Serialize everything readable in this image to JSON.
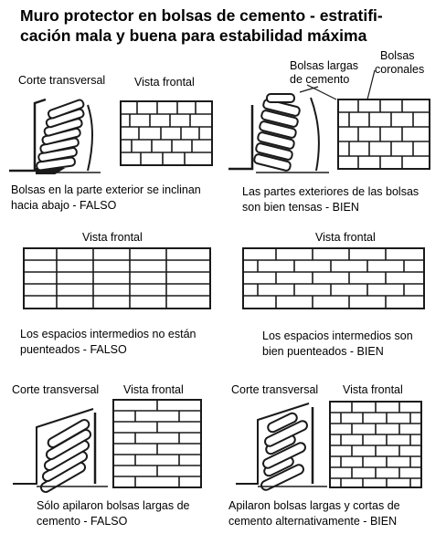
{
  "title": {
    "line1": "Muro protector en bolsas de cemento - estratifi-",
    "line2": "cación mala y buena para estabilidad máxima"
  },
  "panels": {
    "p1": {
      "label_a": "Corte transversal",
      "label_b": "Vista frontal",
      "caption_l1": "Bolsas en la parte exterior se inclinan",
      "caption_l2": "hacia abajo - FALSO"
    },
    "p2": {
      "label_a": "Bolsas largas",
      "label_a2": "de cemento",
      "label_b": "Bolsas",
      "label_b2": "coronales",
      "caption_l1": "Las partes exteriores de las bolsas",
      "caption_l2": "son bien tensas - BIEN"
    },
    "p3": {
      "label": "Vista frontal",
      "caption_l1": "Los espacios intermedios no están",
      "caption_l2": "puenteados - FALSO"
    },
    "p4": {
      "label": "Vista frontal",
      "caption_l1": "Los espacios intermedios son",
      "caption_l2": "bien puenteados - BIEN"
    },
    "p5": {
      "label_a": "Corte transversal",
      "label_b": "Vista frontal",
      "caption_l1": "Sólo apilaron bolsas largas de",
      "caption_l2": "cemento - FALSO"
    },
    "p6": {
      "label_a": "Corte transversal",
      "label_b": "Vista frontal",
      "caption_l1": "Apilaron bolsas largas y cortas de",
      "caption_l2": "cemento alternativamente - BIEN"
    }
  },
  "colors": {
    "ink": "#1a1a1a",
    "paper": "#ffffff"
  }
}
